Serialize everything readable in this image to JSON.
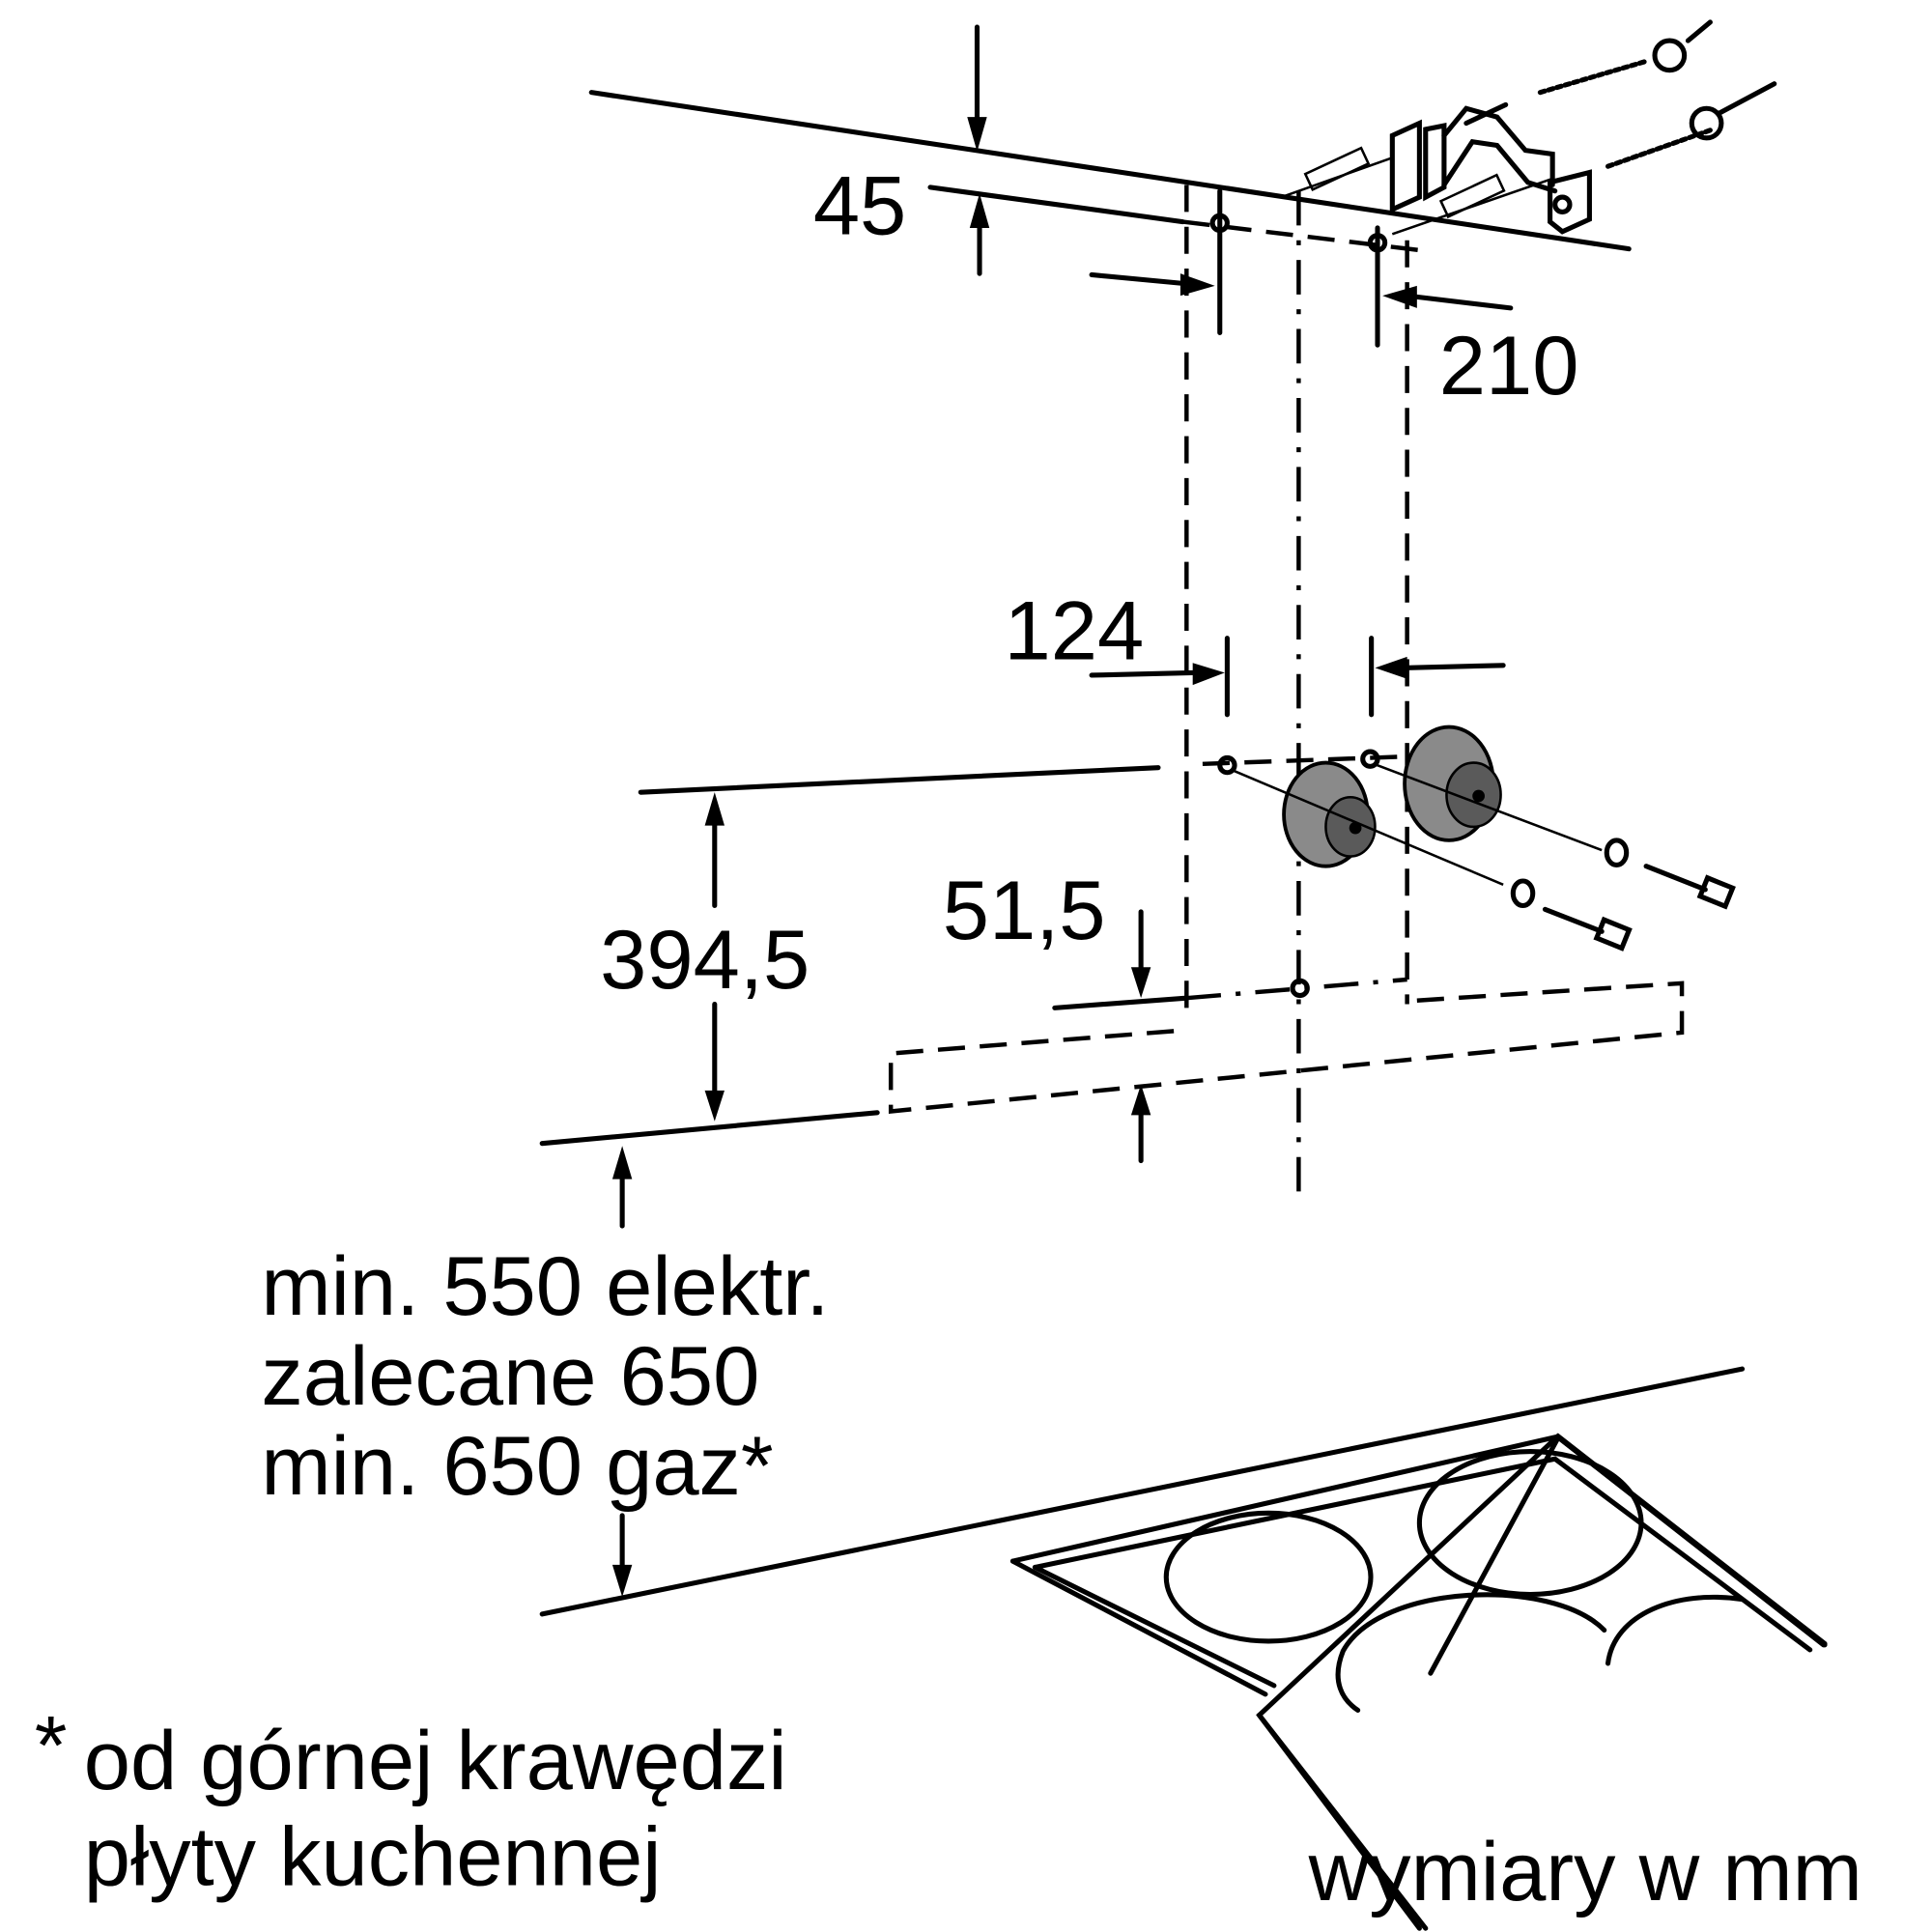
{
  "dimensions": {
    "top_offset": "45",
    "top_hole_spacing": "210",
    "lower_hole_spacing": "124",
    "lower_offset": "51,5",
    "height_between": "394,5"
  },
  "clearance_notes": [
    "min. 550 elektr.",
    "zalecane 650",
    "min. 650 gaz*"
  ],
  "footnote": {
    "marker": "*",
    "lines": [
      "od górnej krawędzi",
      "płyty kuchennej"
    ]
  },
  "units_label": "wymiary w mm",
  "colors": {
    "line": "#000000",
    "background": "#ffffff",
    "part_fill": "#8a8a8a"
  }
}
